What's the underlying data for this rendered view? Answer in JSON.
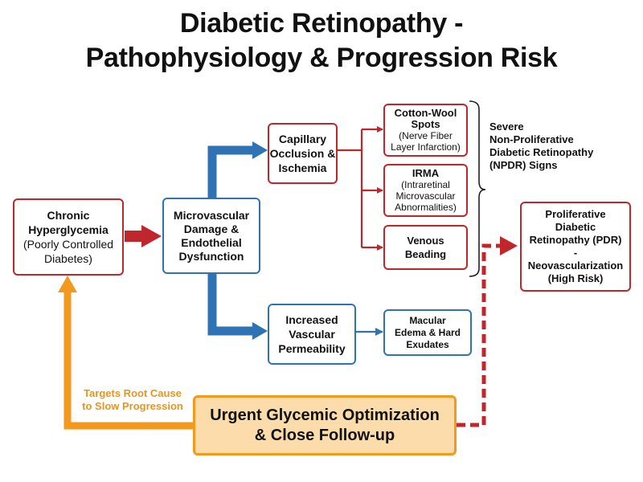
{
  "title": {
    "line1": "Diabetic Retinopathy -",
    "line2": "Pathophysiology & Progression Risk"
  },
  "nodes": {
    "hyperglycemia": {
      "line1": "Chronic",
      "line2": "Hyperglycemia",
      "sub1": "(Poorly Controlled",
      "sub2": "Diabetes)"
    },
    "microvascular": {
      "line1": "Microvascular",
      "line2": "Damage &",
      "line3": "Endothelial",
      "line4": "Dysfunction"
    },
    "capillary": {
      "line1": "Capillary",
      "line2": "Occlusion &",
      "line3": "Ischemia"
    },
    "permeability": {
      "line1": "Increased",
      "line2": "Vascular",
      "line3": "Permeability"
    },
    "cotton_wool": {
      "line1": "Cotton-Wool",
      "line2": "Spots",
      "sub1": "(Nerve Fiber",
      "sub2": "Layer Infarction)"
    },
    "irma": {
      "line1": "IRMA",
      "sub1": "(Intraretinal",
      "sub2": "Microvascular",
      "sub3": "Abnormalities)"
    },
    "venous": {
      "line1": "Venous",
      "line2": "Beading"
    },
    "macular": {
      "line1": "Macular",
      "line2": "Edema & Hard",
      "line3": "Exudates"
    },
    "pdr": {
      "line1": "Proliferative",
      "line2": "Diabetic",
      "line3": "Retinopathy (PDR)",
      "line4": "-",
      "line5": "Neovascularization",
      "line6": "(High Risk)"
    },
    "urgent": {
      "line1": "Urgent Glycemic Optimization",
      "line2": "& Close Follow-up"
    }
  },
  "npdr_label": {
    "line1": "Severe",
    "line2": "Non-Proliferative",
    "line3": "Diabetic Retinopathy",
    "line4": "(NPDR) Signs"
  },
  "orange_label": {
    "line1": "Targets Root Cause",
    "line2": "to Slow Progression"
  },
  "colors": {
    "red": "#c0272d",
    "blue": "#2f73b5",
    "orange": "#f39a1e",
    "orange_fill": "#fcdcab"
  }
}
